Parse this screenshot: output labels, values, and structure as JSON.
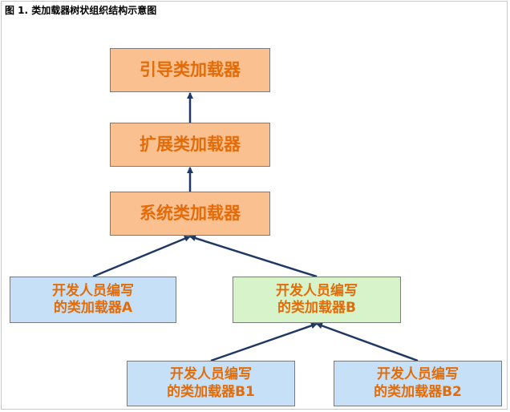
{
  "caption": "图 1. 类加载器树状组织结构示意图",
  "nodes": {
    "bootstrap": "引导类加载器",
    "extension": "扩展类加载器",
    "system": "系统类加载器",
    "user_a": "开发人员编写\n的类加载器A",
    "user_b": "开发人员编写\n的类加载器B",
    "user_b1": "开发人员编写\n的类加载器B1",
    "user_b2": "开发人员编写\n的类加载器B2"
  },
  "edges": [
    {
      "from": "extension",
      "to": "bootstrap"
    },
    {
      "from": "system",
      "to": "extension"
    },
    {
      "from": "user_a",
      "to": "system"
    },
    {
      "from": "user_b",
      "to": "system"
    },
    {
      "from": "user_b1",
      "to": "user_b"
    },
    {
      "from": "user_b2",
      "to": "user_b"
    }
  ],
  "colors": {
    "core_fill": "#fac090",
    "user_fill": "#c6e0f8",
    "highlight_fill": "#d7f3c9",
    "text": "#e36c09",
    "arrow": "#1f3864"
  }
}
